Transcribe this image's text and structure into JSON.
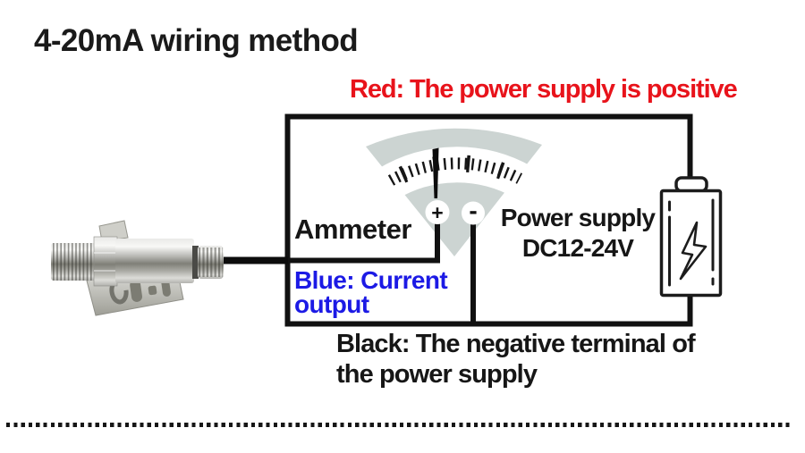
{
  "title": "4-20mA wiring method",
  "labels": {
    "red_wire": "Red: The power supply is positive",
    "blue_wire_line1": "Blue: Current",
    "blue_wire_line2": "output",
    "black_wire_line1": "Black: The negative terminal of",
    "black_wire_line2": "the power supply",
    "ammeter": "Ammeter",
    "power_supply_line1": "Power supply",
    "power_supply_line2": "DC12-24V",
    "plus_terminal": "+",
    "minus_terminal": "-"
  },
  "colors": {
    "red_label": "#e8131b",
    "blue_label": "#1c1ae5",
    "black_text": "#161616",
    "wire": "#111111",
    "gauge_body": "#ccd4d2",
    "gauge_band": "#ffffff"
  },
  "icons": {
    "ammeter_gauge": "analog-meter-icon",
    "battery": "battery-icon",
    "lightning": "lightning-bolt-icon",
    "sensor": "infrared-sensor-photo",
    "divider": "dotted-line-divider"
  }
}
